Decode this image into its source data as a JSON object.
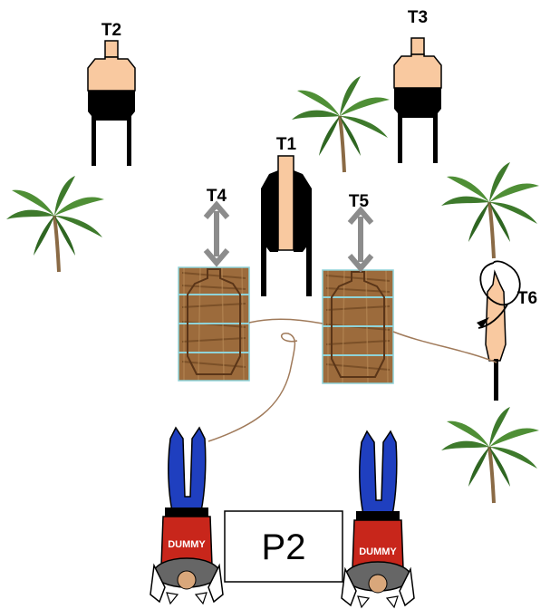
{
  "targets": {
    "t1": "T1",
    "t2": "T2",
    "t3": "T3",
    "t4": "T4",
    "t5": "T5",
    "t6": "T6"
  },
  "dummies": {
    "left": "DUMMY",
    "right": "DUMMY"
  },
  "position_box": "P2",
  "colors": {
    "skin": "#F9C9A0",
    "target_black": "#000000",
    "barrel_wood": "#9C6B3C",
    "barrel_edge": "#8FD3D8",
    "shirt_red": "#C8261B",
    "pants_blue": "#1F3FBF",
    "arrow_gray": "#8C8C8C",
    "wire_brown": "#A07A5A",
    "palm_green": "#3E7A2C",
    "palm_trunk": "#8A6A45"
  },
  "icons": [
    "palm-tree-icon",
    "swing-rotation-icon",
    "up-down-arrow-icon"
  ]
}
